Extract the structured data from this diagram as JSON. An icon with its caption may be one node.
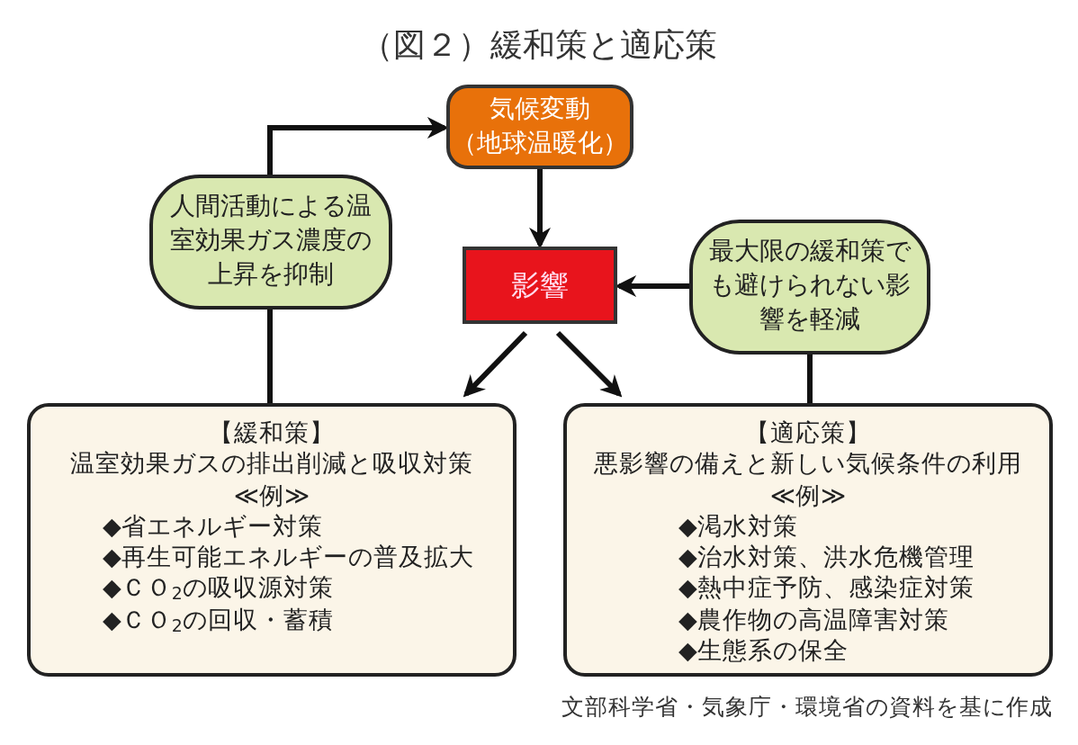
{
  "diagram": {
    "title": "（図２）緩和策と適応策",
    "caption": "文部科学省・気象庁・環境省の資料を基に作成",
    "nodes": [
      {
        "text": [
          "気候変動（地球温暖化）"
        ]
      },
      {
        "text": [
          "人間活動による温室効果ガス濃度の上昇を抑制"
        ]
      },
      {
        "text": [
          "影響"
        ]
      },
      {
        "text": [
          "最大限の緩和策でも避けられない影響を軽減"
        ]
      },
      {
        "text": [
          "【緩和策】",
          "温室効果ガスの排出削減と吸収対策",
          "≪例≫",
          "◆省エネルギー対策",
          "◆再生可能エネルギーの普及拡大",
          "◆ＣＯ$_{2}$の吸収源対策",
          "◆ＣＯ$_{2}$の回収・蓄積"
        ]
      },
      {
        "text": [
          "【適応策】",
          "悪影響の備えと新しい気候条件の利用",
          "≪例≫",
          "◆渇水対策",
          "◆治水対策、洪水危機管理",
          "◆熱中症予防、感染症対策",
          "◆農作物の高温障害対策",
          "◆生態系の保全"
        ]
      }
    ],
    "edges": [
      {
        "from": 1,
        "to": 0,
        "arrow": "to"
      },
      {
        "from": 0,
        "to": 2,
        "arrow": "to"
      },
      {
        "from": 3,
        "to": 2,
        "arrow": "to"
      },
      {
        "from": 2,
        "to": 4,
        "arrow": "to"
      },
      {
        "from": 2,
        "to": 5,
        "arrow": "to"
      },
      {
        "from": 1,
        "to": 4,
        "arrow": "none"
      },
      {
        "from": 3,
        "to": 5,
        "arrow": "none"
      }
    ]
  }
}
